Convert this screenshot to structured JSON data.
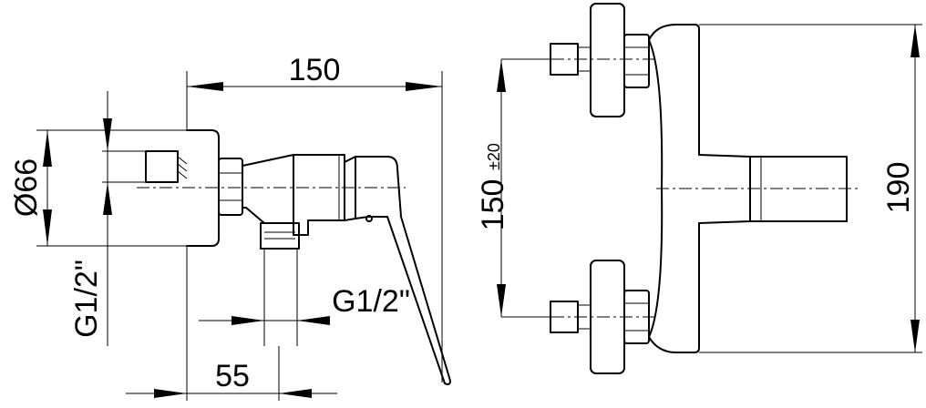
{
  "dimensions": {
    "width_total": "150",
    "diameter": "Ø66",
    "thread_left": "G1/2\"",
    "thread_bottom": "G1/2\"",
    "offset": "55",
    "spacing_value": "150",
    "spacing_tolerance": "±20",
    "height": "190"
  }
}
